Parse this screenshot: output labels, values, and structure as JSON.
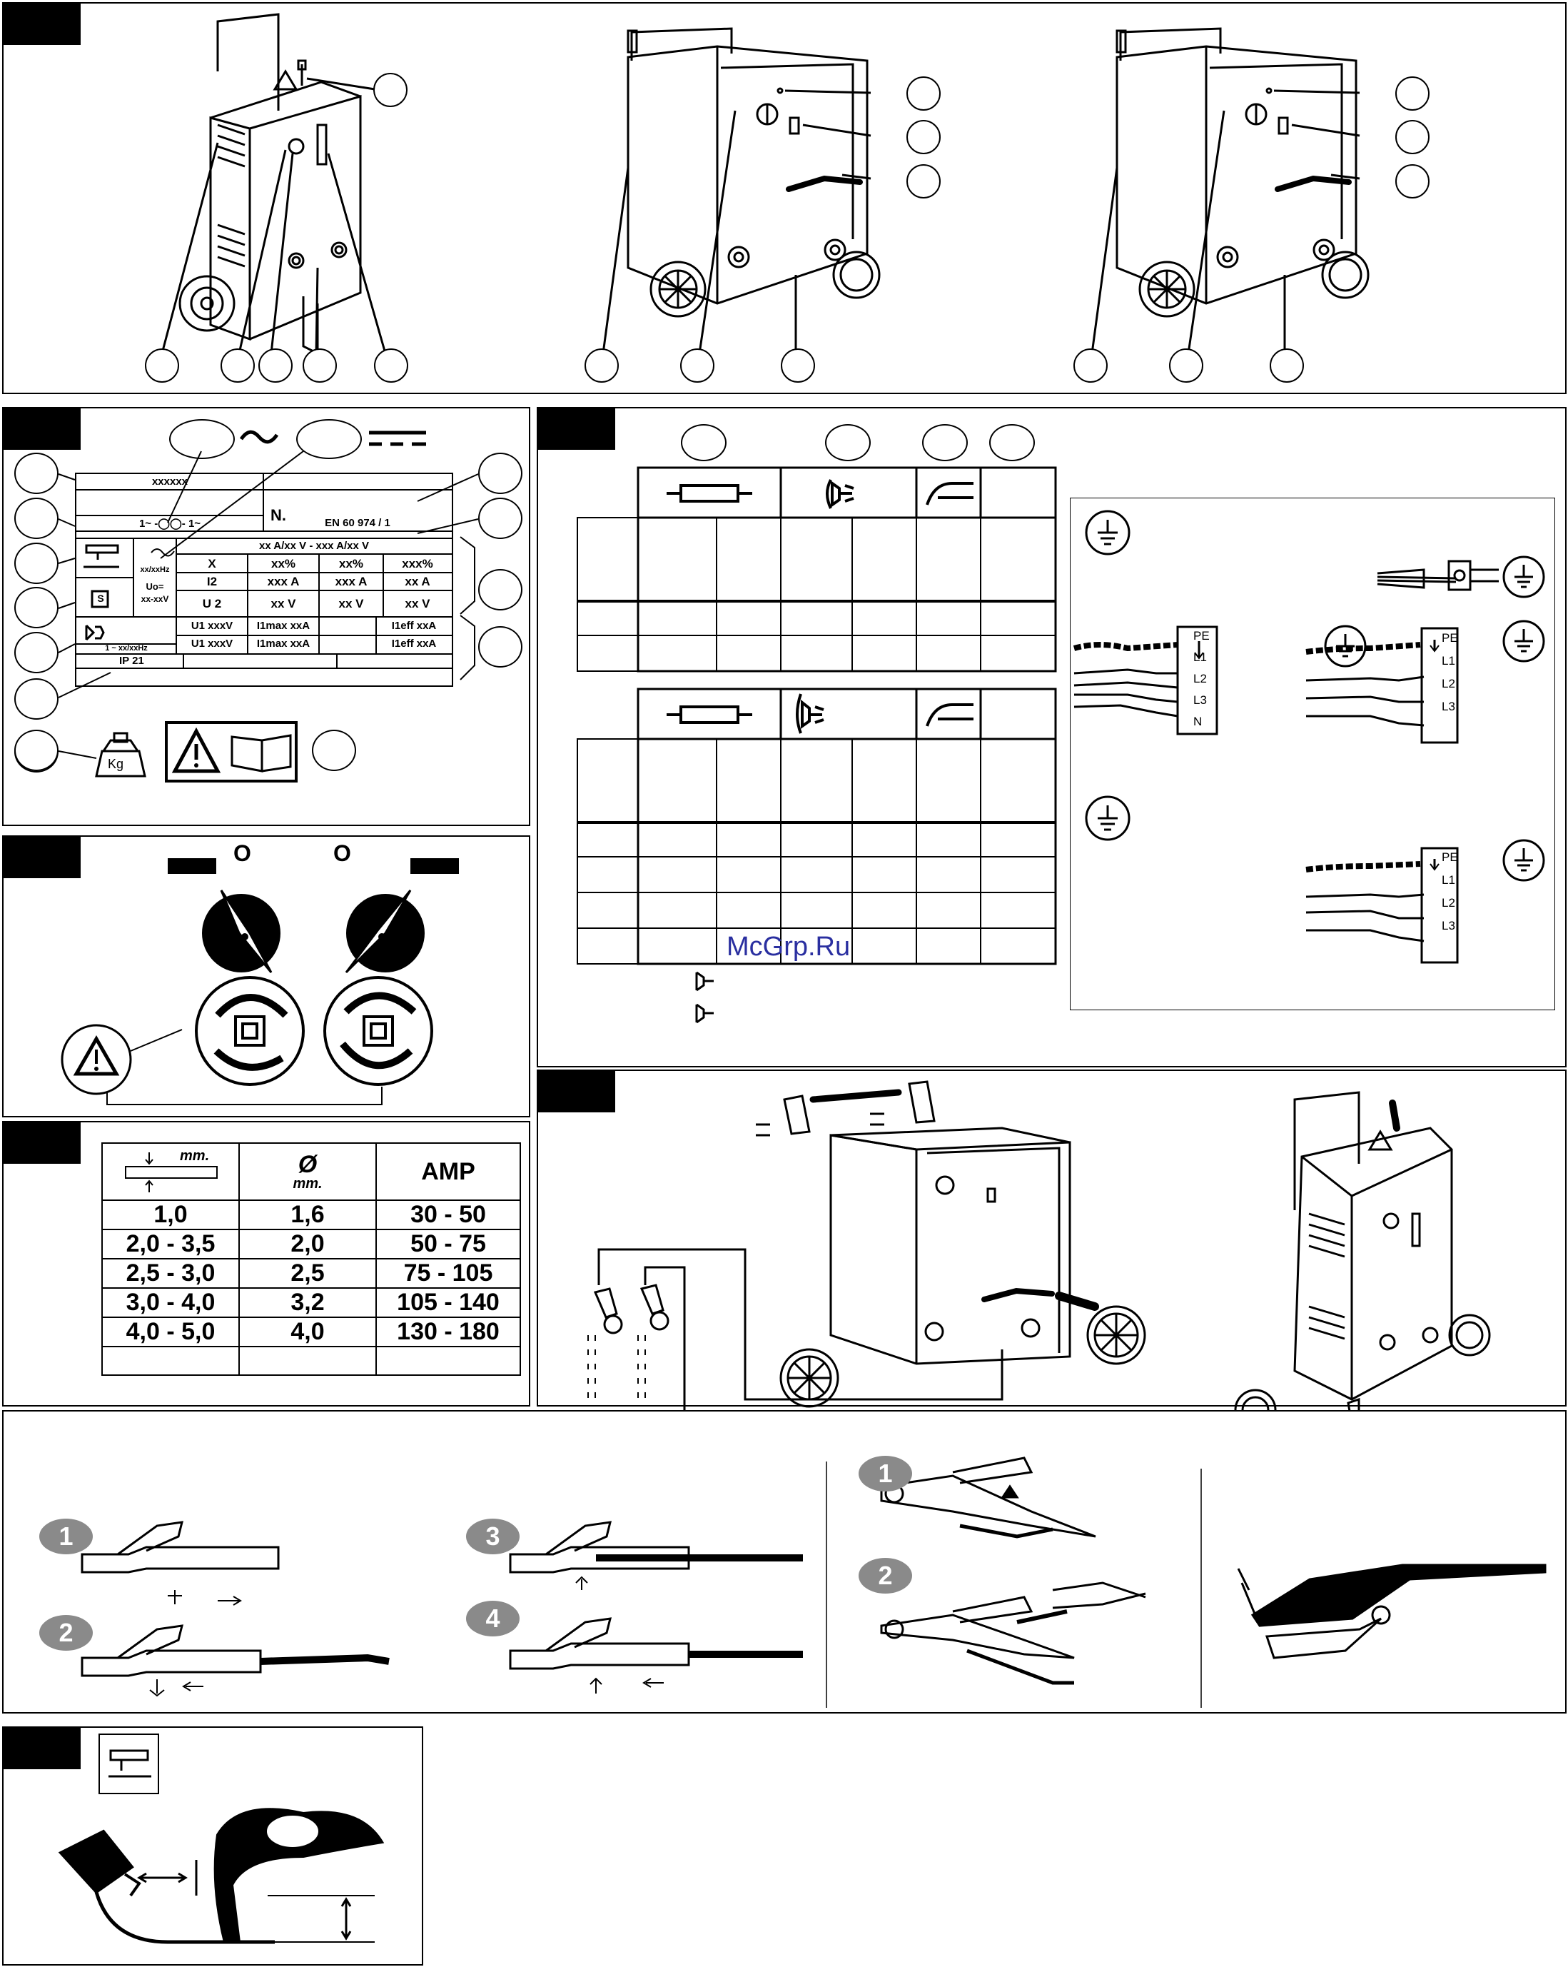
{
  "rating_plate": {
    "model": "xxxxxx",
    "number_label": "N.",
    "phase_label": "1~ -◯◯- 1~",
    "standard": "EN 60 974 / 1",
    "current_range": "xx A/xx V - xxx A/xx V",
    "freq": "xx/xxHz",
    "u0_label": "Uo=",
    "u0_value": "xx-xxV",
    "row_x": [
      "X",
      "xx%",
      "xx%",
      "xxx%"
    ],
    "row_i2": [
      "I2",
      "xxx A",
      "xxx A",
      "xx A"
    ],
    "row_u2": [
      "U 2",
      "xx V",
      "xx V",
      "xx V"
    ],
    "supply_spec": "1 ~ xx/xxHz",
    "supply_u1_a": "U1 xxxV",
    "supply_u1_b": "U1 xxxV",
    "i1max_a": "I1max xxA",
    "i1max_b": "I1max xxA",
    "i1eff_a": "I1eff xxA",
    "i1eff_b": "I1eff xxA",
    "ip": "IP 21",
    "s_symbol": "S",
    "kg": "Kg"
  },
  "switch_panel": {
    "off_left": "O",
    "off_right": "O"
  },
  "electrode_table": {
    "col_thickness_unit": "mm.",
    "col_diameter_symbol": "Ø",
    "col_diameter_unit": "mm.",
    "col_amp": "AMP",
    "rows": [
      [
        "1,0",
        "1,6",
        "30 - 50"
      ],
      [
        "2,0 - 3,5",
        "2,0",
        "50 - 75"
      ],
      [
        "2,5 - 3,0",
        "2,5",
        "75 - 105"
      ],
      [
        "3,0 - 4,0",
        "3,2",
        "105 - 140"
      ],
      [
        "4,0 - 5,0",
        "4,0",
        "130 - 180"
      ]
    ]
  },
  "wiring": {
    "terminals_single": [
      "PE",
      "L1",
      "L2",
      "L3",
      "N"
    ],
    "terminals_three_a": [
      "PE",
      "L1",
      "L2",
      "L3"
    ],
    "terminals_three_b": [
      "PE",
      "L1",
      "L2",
      "L3"
    ]
  },
  "steps": {
    "holder": [
      "1",
      "2",
      "3",
      "4"
    ],
    "clamp": [
      "1",
      "2"
    ]
  },
  "watermark": "McGrp.Ru",
  "colors": {
    "ink": "#000000",
    "step_badge": "#8a8a8a",
    "watermark": "#2a2fa0"
  }
}
